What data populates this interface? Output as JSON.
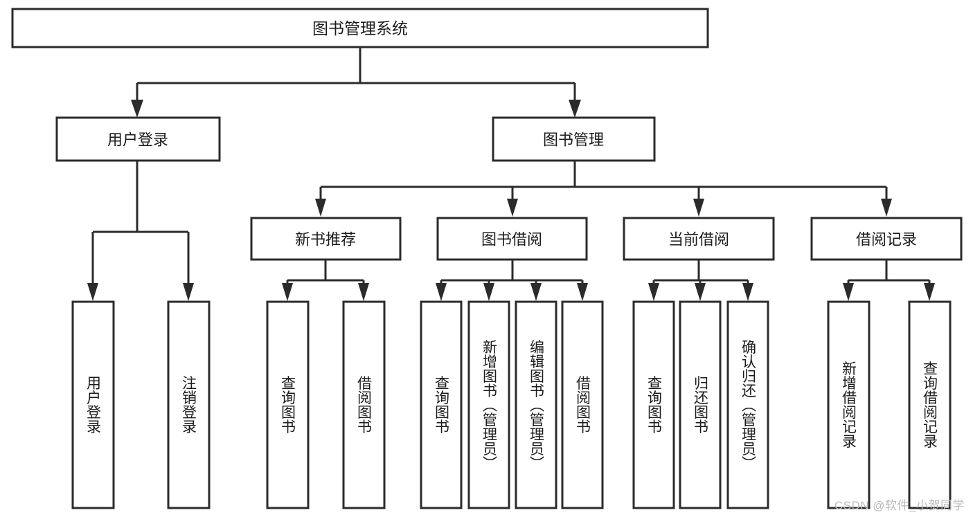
{
  "diagram": {
    "title": "图书管理系统",
    "type": "tree",
    "watermark": "CSDN @软件_小贺同学",
    "root": {
      "id": "root",
      "label": "图书管理系统"
    },
    "level2": [
      {
        "id": "user-login",
        "label": "用户登录"
      },
      {
        "id": "book-manage",
        "label": "图书管理"
      }
    ],
    "level3": [
      {
        "id": "new-book-recommend",
        "label": "新书推荐"
      },
      {
        "id": "book-borrow",
        "label": "图书借阅"
      },
      {
        "id": "current-borrow",
        "label": "当前借阅"
      },
      {
        "id": "borrow-record",
        "label": "借阅记录"
      }
    ],
    "leaves": {
      "user-login": [
        {
          "id": "leaf-user-login",
          "label": "用户登录"
        },
        {
          "id": "leaf-logout-login",
          "label": "注销登录"
        }
      ],
      "new-book-recommend": [
        {
          "id": "leaf-query-book-1",
          "label": "查询图书"
        },
        {
          "id": "leaf-borrow-book-1",
          "label": "借阅图书"
        }
      ],
      "book-borrow": [
        {
          "id": "leaf-query-book-2",
          "label": "查询图书"
        },
        {
          "id": "leaf-add-book",
          "label": "新增图书（管理员）"
        },
        {
          "id": "leaf-edit-book",
          "label": "编辑图书（管理员）"
        },
        {
          "id": "leaf-borrow-book-2",
          "label": "借阅图书"
        }
      ],
      "current-borrow": [
        {
          "id": "leaf-query-book-3",
          "label": "查询图书"
        },
        {
          "id": "leaf-return-book",
          "label": "归还图书"
        },
        {
          "id": "leaf-confirm-return",
          "label": "确认归还（管理员）"
        }
      ],
      "borrow-record": [
        {
          "id": "leaf-add-record",
          "label": "新增借阅记录"
        },
        {
          "id": "leaf-query-record",
          "label": "查询借阅记录"
        }
      ]
    },
    "colors": {
      "stroke": "#2b2b2b",
      "fill": "#ffffff",
      "text": "#1b1b1b",
      "watermark": "#b9b9b9"
    }
  }
}
